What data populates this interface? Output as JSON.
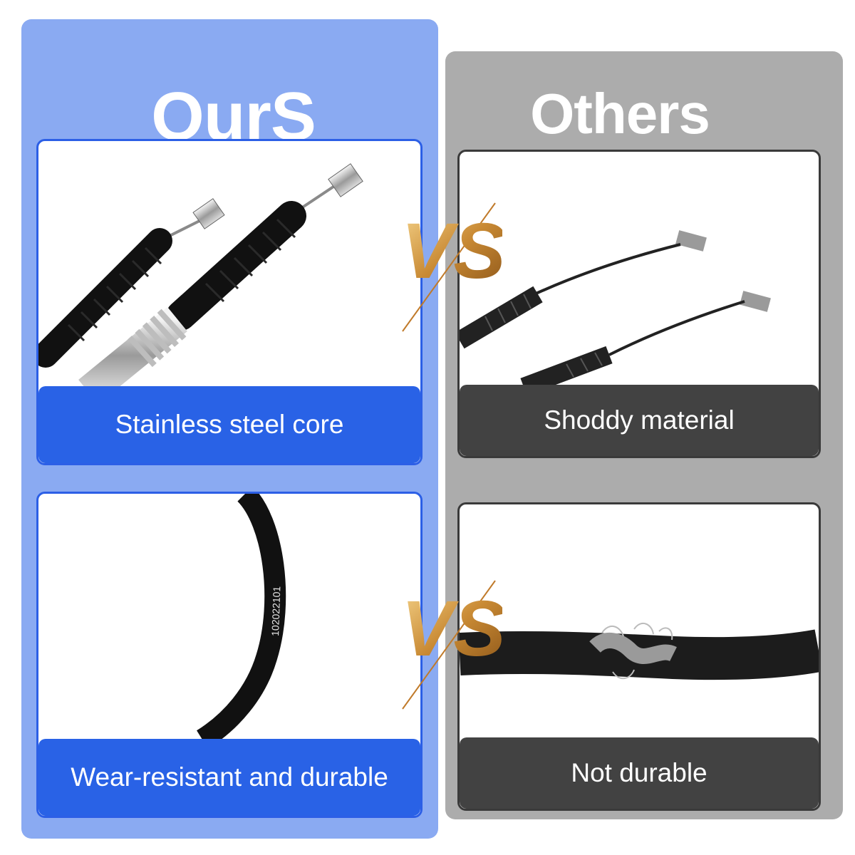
{
  "ours": {
    "title": "OurS",
    "cards": [
      {
        "caption": "Stainless steel core"
      },
      {
        "caption": "Wear-resistant and durable",
        "cable_marking": "102022101"
      }
    ]
  },
  "others": {
    "title": "Others",
    "cards": [
      {
        "caption": "Shoddy material"
      },
      {
        "caption": "Not durable"
      }
    ]
  },
  "vs_badges": [
    {
      "text": "VS"
    },
    {
      "text": "VS"
    }
  ],
  "colors": {
    "ours_panel": "#8aaaf2",
    "ours_caption": "#2962e6",
    "others_panel": "#acacac",
    "others_caption": "#424242",
    "vs_gold": "#d9a24a"
  }
}
